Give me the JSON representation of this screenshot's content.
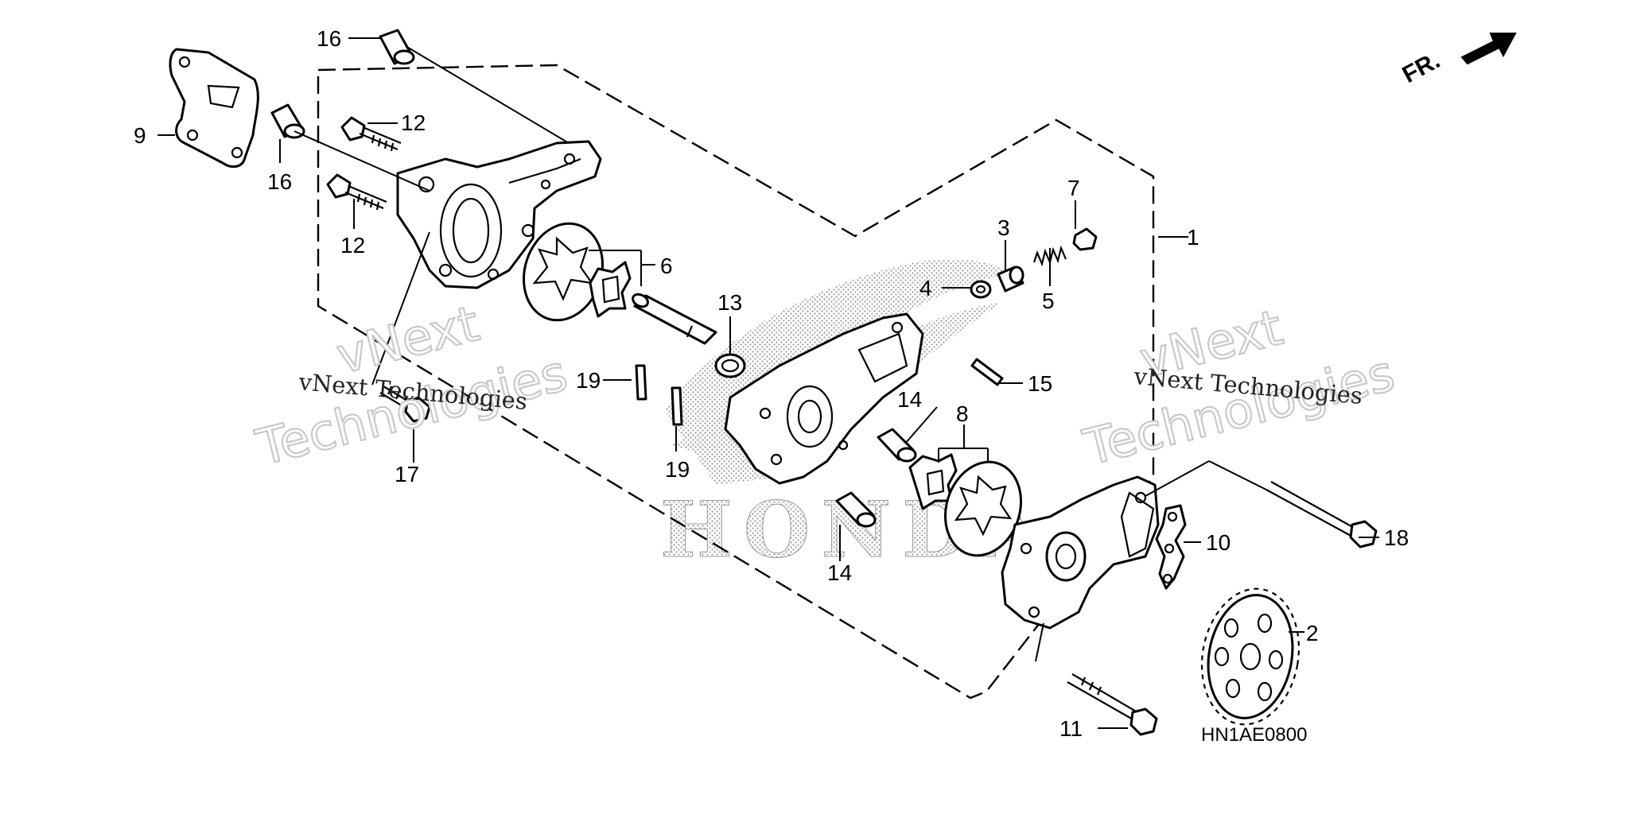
{
  "diagram": {
    "drawing_code": "HN1AE0800",
    "direction_label": "FR.",
    "brand_watermark": "HONDA",
    "watermark": {
      "large_line1": "vNext",
      "large_line2": "Technologies",
      "small": "vNext Technologies"
    },
    "callouts": [
      {
        "id": "c1",
        "label": "1"
      },
      {
        "id": "c2",
        "label": "2"
      },
      {
        "id": "c3",
        "label": "3"
      },
      {
        "id": "c4",
        "label": "4"
      },
      {
        "id": "c5",
        "label": "5"
      },
      {
        "id": "c6",
        "label": "6"
      },
      {
        "id": "c7",
        "label": "7"
      },
      {
        "id": "c8",
        "label": "8"
      },
      {
        "id": "c9",
        "label": "9"
      },
      {
        "id": "c10",
        "label": "10"
      },
      {
        "id": "c11",
        "label": "11"
      },
      {
        "id": "c12a",
        "label": "12"
      },
      {
        "id": "c12b",
        "label": "12"
      },
      {
        "id": "c13",
        "label": "13"
      },
      {
        "id": "c14a",
        "label": "14"
      },
      {
        "id": "c14b",
        "label": "14"
      },
      {
        "id": "c15",
        "label": "15"
      },
      {
        "id": "c16a",
        "label": "16"
      },
      {
        "id": "c16b",
        "label": "16"
      },
      {
        "id": "c17",
        "label": "17"
      },
      {
        "id": "c18",
        "label": "18"
      },
      {
        "id": "c19a",
        "label": "19"
      },
      {
        "id": "c19b",
        "label": "19"
      }
    ]
  }
}
